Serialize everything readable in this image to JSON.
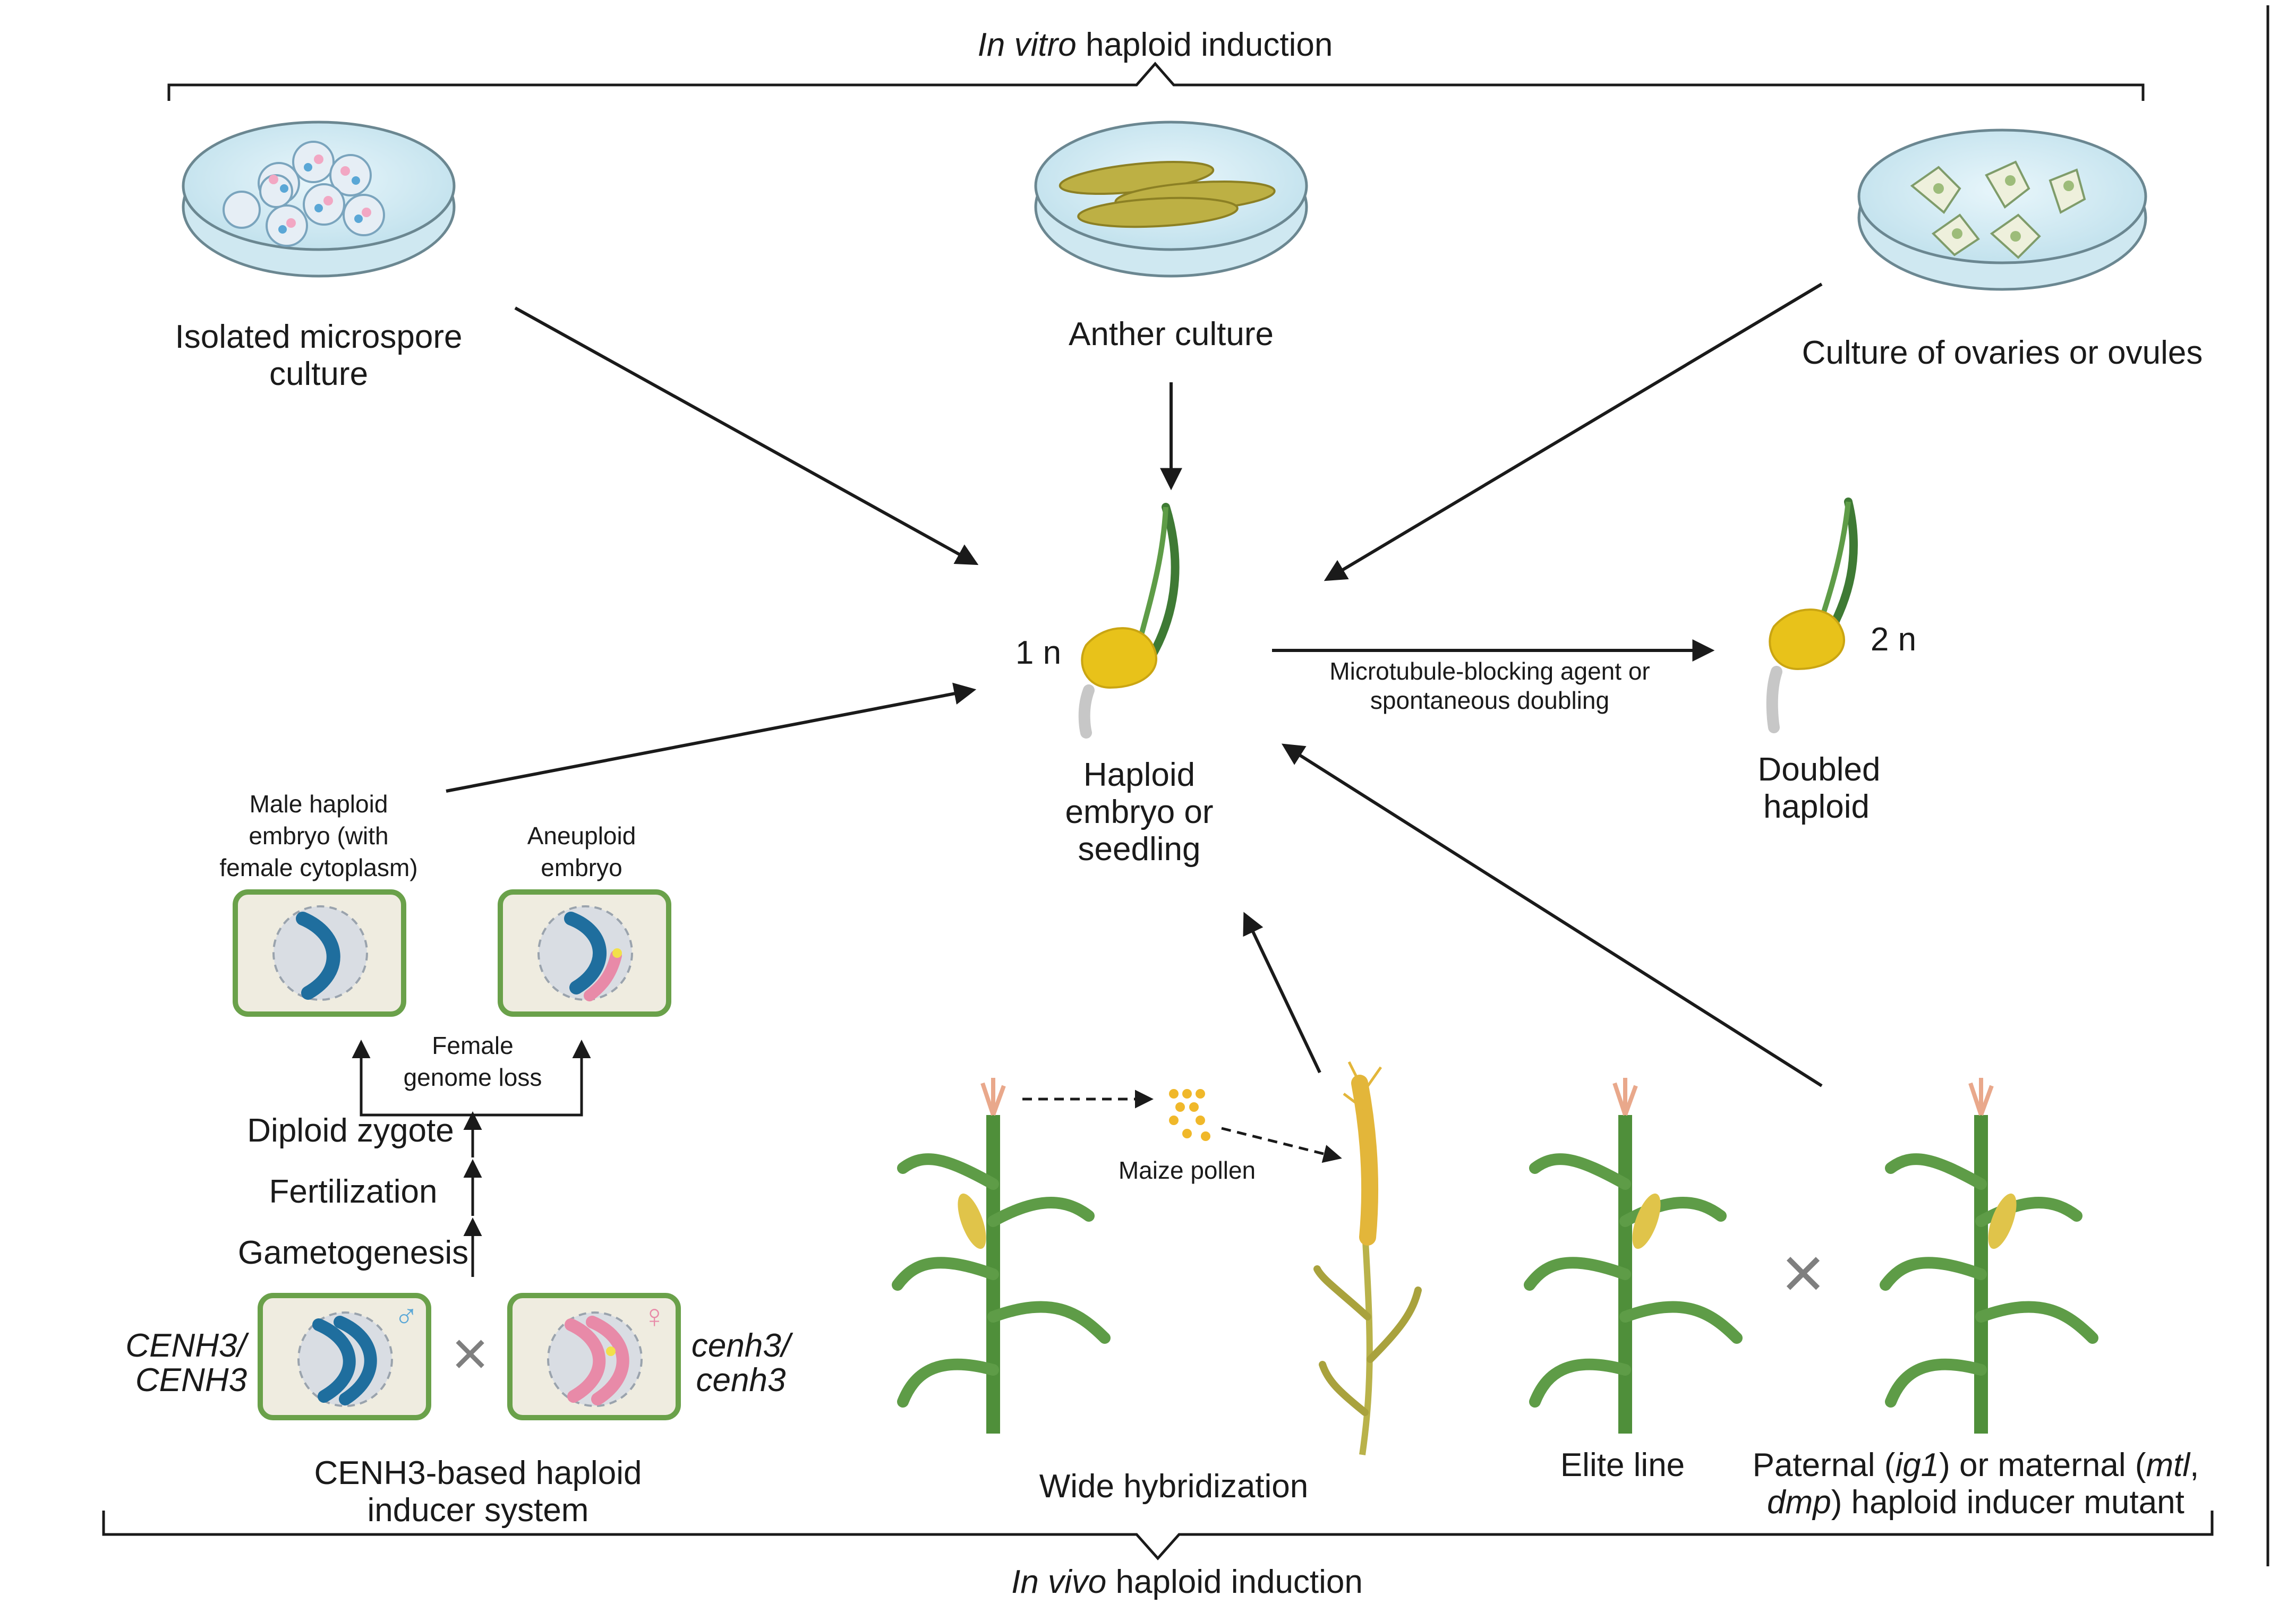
{
  "top": {
    "title_italic": "In vitro",
    "title_rest": " haploid induction"
  },
  "bottom": {
    "title_italic": "In vivo",
    "title_rest": " haploid induction"
  },
  "sources": {
    "microspore": {
      "line1": "Isolated microspore",
      "line2": "culture"
    },
    "anther": {
      "label": "Anther culture"
    },
    "ovaries": {
      "label": "Culture of ovaries or ovules"
    }
  },
  "center": {
    "ploidy": "1 n",
    "line1": "Haploid",
    "line2": "embryo or",
    "line3": "seedling"
  },
  "doubling": {
    "line1": "Microtubule-blocking agent or",
    "line2": "spontaneous doubling"
  },
  "doubled": {
    "ploidy": "2 n",
    "line1": "Doubled",
    "line2": "haploid"
  },
  "cenh3": {
    "male_embryo": {
      "line1": "Male haploid",
      "line2": "embryo (with",
      "line3": "female cytoplasm)"
    },
    "aneuploid": {
      "line1": "Aneuploid",
      "line2": "embryo"
    },
    "genome_loss": {
      "line1": "Female",
      "line2": "genome loss"
    },
    "steps": [
      "Diploid zygote",
      "Fertilization",
      "Gametogenesis"
    ],
    "left_genotype": {
      "line1": "CENH3/",
      "line2": "CENH3"
    },
    "right_genotype": {
      "line1": "cenh3/",
      "line2": "cenh3"
    },
    "male_symbol": "♂",
    "female_symbol": "♀",
    "cross": "×",
    "caption": {
      "line1": "CENH3-based haploid",
      "line2": "inducer system"
    }
  },
  "wide": {
    "pollen_label": "Maize pollen",
    "caption": "Wide hybridization"
  },
  "inducer": {
    "elite": "Elite line",
    "cross": "×",
    "mutant": {
      "line1_a": "Paternal (",
      "line1_b": "ig1",
      "line1_c": ") or maternal (",
      "line1_d": "mtl",
      "line1_e": ",",
      "line2_a": "dmp",
      "line2_b": ") haploid inducer mutant"
    }
  },
  "colors": {
    "dish": "#d6eef6",
    "seed": "#e8c21a",
    "leaf": "#4f8f3a",
    "cell_border": "#6aa14a",
    "cell_fill": "#efece0",
    "chrom_blue": "#1f6e9e",
    "chrom_pink": "#e88aa8"
  }
}
